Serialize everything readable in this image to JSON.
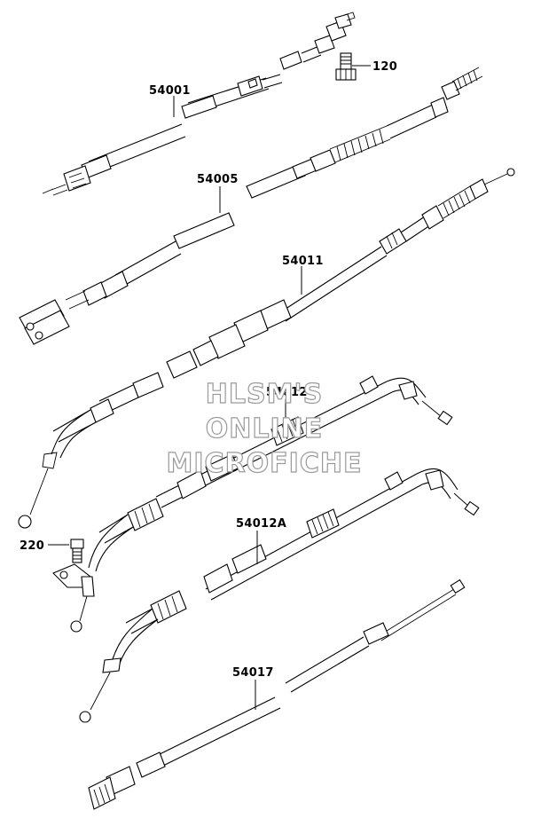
{
  "parts": [
    {
      "id": "label-54001",
      "text": "54001"
    },
    {
      "id": "label-120",
      "text": "120"
    },
    {
      "id": "label-54005",
      "text": "54005"
    },
    {
      "id": "label-54011",
      "text": "54011"
    },
    {
      "id": "label-54012",
      "text": "54012"
    },
    {
      "id": "label-220",
      "text": "220"
    },
    {
      "id": "label-54012A",
      "text": "54012A"
    },
    {
      "id": "label-54017",
      "text": "54017"
    }
  ],
  "watermark": {
    "line1": "HLSM'S",
    "line2": "ONLINE",
    "line3": "MICROFICHE"
  }
}
